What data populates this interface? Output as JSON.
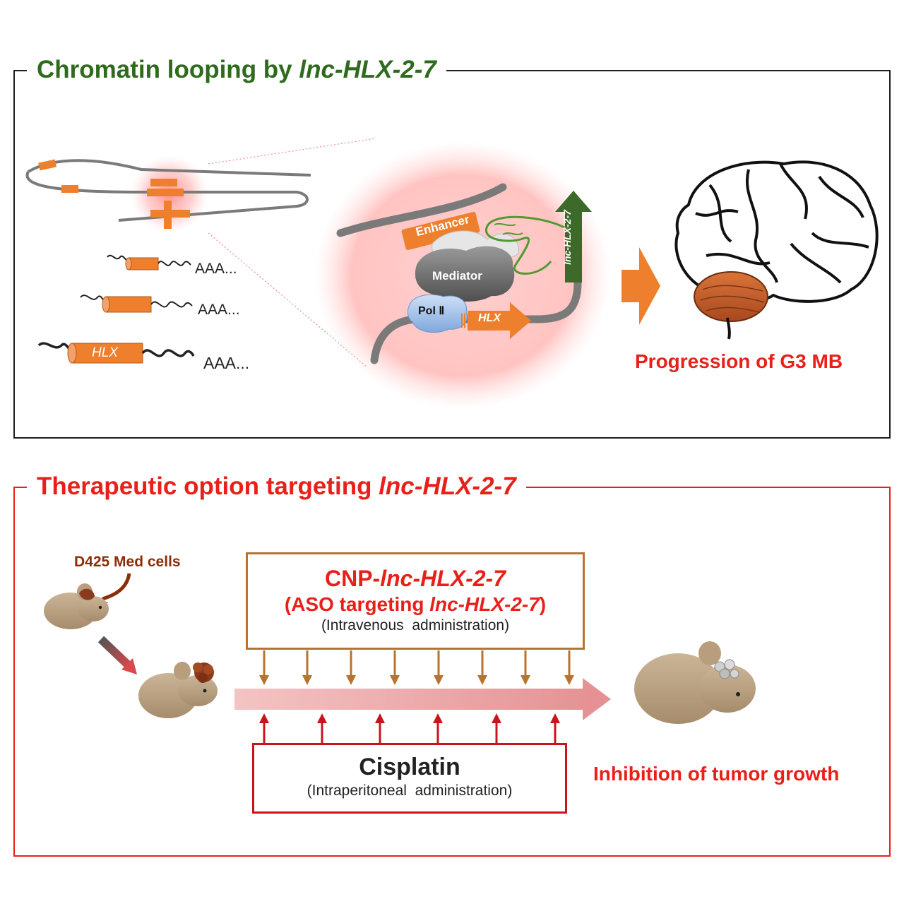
{
  "top_panel": {
    "title_prefix": "Chromatin looping by ",
    "title_gene": "lnc-HLX-2-7",
    "transcripts": [
      {
        "tail": "AAA..."
      },
      {
        "tail": "AAA..."
      },
      {
        "gene": "HLX",
        "tail": "AAA..."
      }
    ],
    "zoom": {
      "enhancer_label": "Enhancer",
      "mediator_label": "Mediator",
      "pol_label": "Pol Ⅱ",
      "hlx_label": "HLX",
      "lnc_label": "lnc-HLX-2-7"
    },
    "outcome_label": "Progression of G3 MB"
  },
  "bottom_panel": {
    "title_prefix": "Therapeutic option targeting ",
    "title_gene": "lnc-HLX-2-7",
    "cells_label": "D425 Med cells",
    "cnp_box": {
      "title_prefix": "CNP-",
      "title_gene": "lnc-HLX-2-7",
      "sub_prefix": "(ASO targeting ",
      "sub_gene": "lnc-HLX-2-7",
      "sub_suffix": ")",
      "admin": "(Intravenous  administration)"
    },
    "cisplatin_box": {
      "title": "Cisplatin",
      "admin": "(Intraperitoneal  administration)"
    },
    "outcome_label": "Inhibition of tumor growth"
  },
  "colors": {
    "orange": "#ee7f2d",
    "green_title": "#2f6b1e",
    "red": "#e8201a",
    "brown": "#b8732e",
    "cisplatin_red": "#c8141c"
  }
}
